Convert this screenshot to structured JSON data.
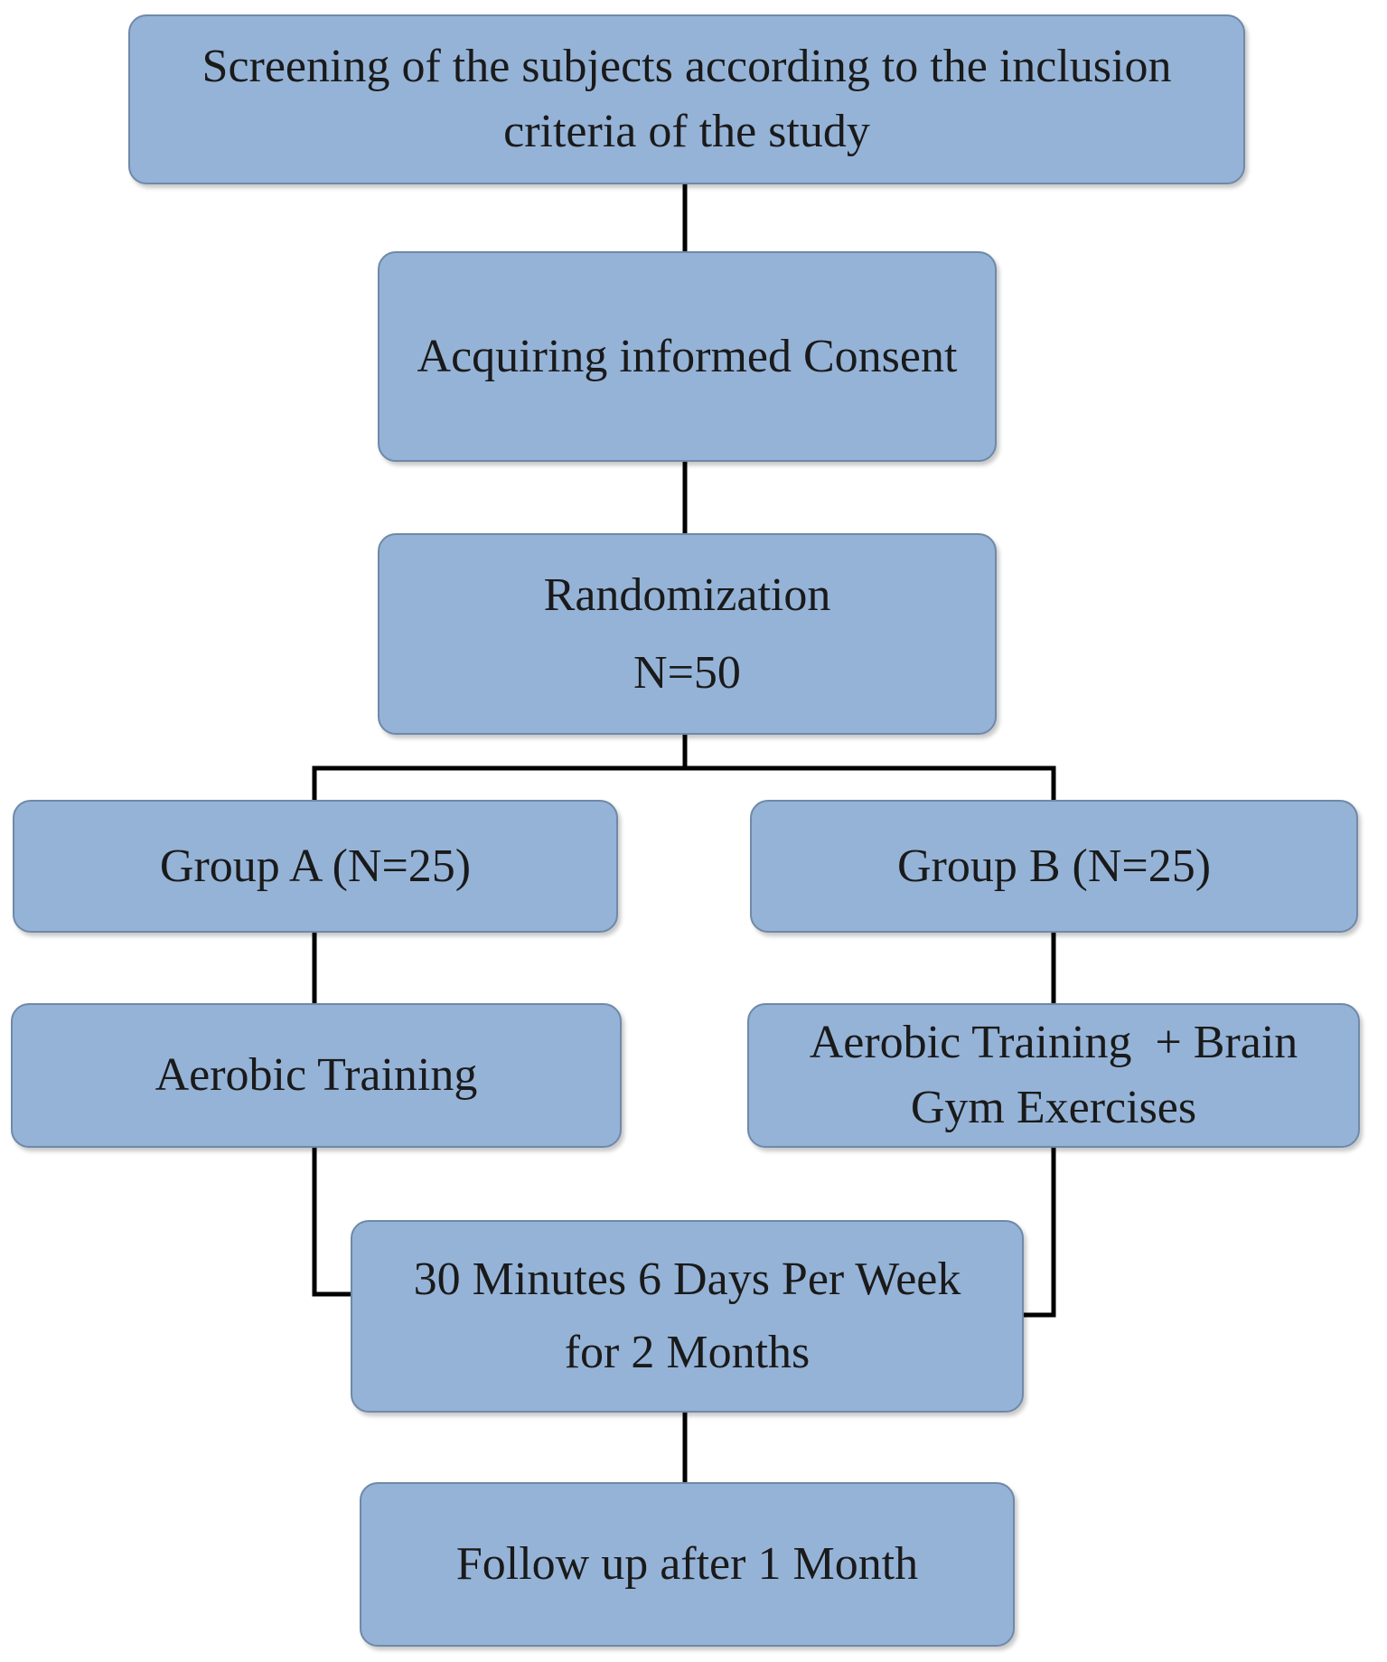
{
  "diagram": {
    "nodes": {
      "screening": "Screening of the subjects according to the inclusion criteria of the study",
      "consent": "Acquiring informed Consent",
      "randomization": {
        "title": "Randomization",
        "count": "N=50"
      },
      "group_a": "Group A (N=25)",
      "group_b": "Group B (N=25)",
      "intervention_a": "Aerobic Training",
      "intervention_b": "Aerobic Training  + Brain Gym Exercises",
      "duration": "30 Minutes 6 Days Per Week for 2 Months",
      "follow_up": "Follow up after 1 Month"
    },
    "colors": {
      "box_fill": "#95b3d7",
      "box_border": "#6f89a8",
      "connector": "#000000"
    }
  }
}
